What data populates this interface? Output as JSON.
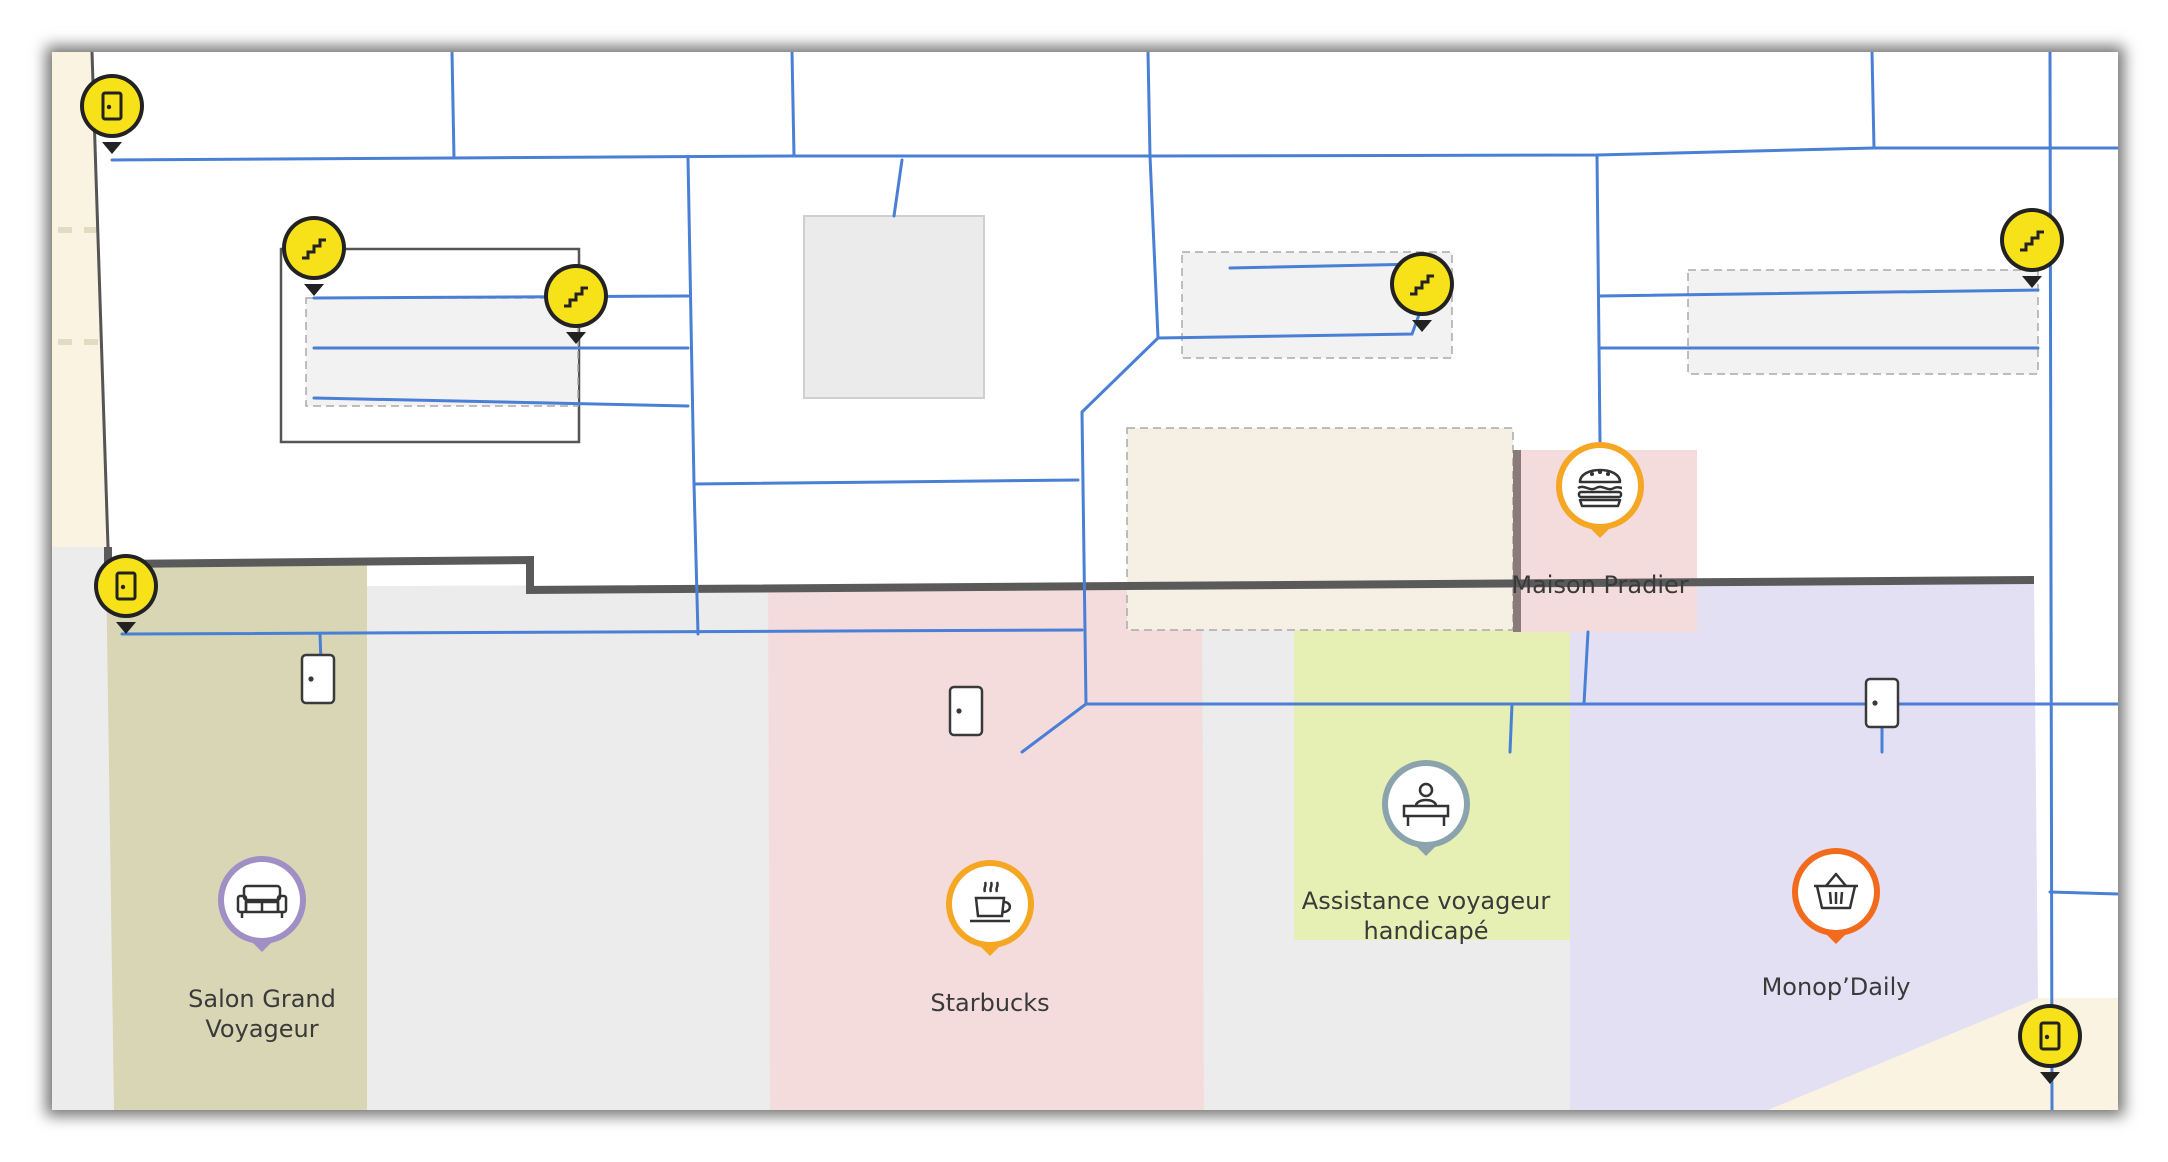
{
  "map": {
    "pois": [
      {
        "id": "salon-grand-voyageur",
        "line1": "Salon Grand",
        "line2": "Voyageur",
        "icon": "sofa-icon",
        "ring_color": "#9f8fc4"
      },
      {
        "id": "starbucks",
        "line1": "Starbucks",
        "icon": "coffee-cup-icon",
        "ring_color": "#f5a623"
      },
      {
        "id": "assistance-voyageur-handicape",
        "line1": "Assistance voyageur",
        "line2": "handicapé",
        "icon": "reception-desk-icon",
        "ring_color": "#8aa3ad"
      },
      {
        "id": "monop-daily",
        "line1": "Monop’Daily",
        "icon": "shopping-basket-icon",
        "ring_color": "#f26b1d"
      },
      {
        "id": "maison-pradier",
        "line1": "Maison Pradier",
        "icon": "burger-icon",
        "ring_color": "#f5a623"
      }
    ],
    "markers": {
      "entrance_icon": "entrance-door-icon",
      "stairs_icon": "stairs-icon",
      "door_icon": "door-icon",
      "marker_color": "#f7e21a"
    },
    "colors": {
      "path": "#4a7fd6",
      "wall": "#5a5a5a",
      "salon_zone": "#d8d6b4",
      "starbucks_zone": "#f4dcdd",
      "assistance_zone": "#e6efb4",
      "monop_zone": "#e4e0f4",
      "pradier_zone": "#f4dcdd",
      "corridor": "#ececec",
      "side_strip": "#faf3e1"
    }
  }
}
